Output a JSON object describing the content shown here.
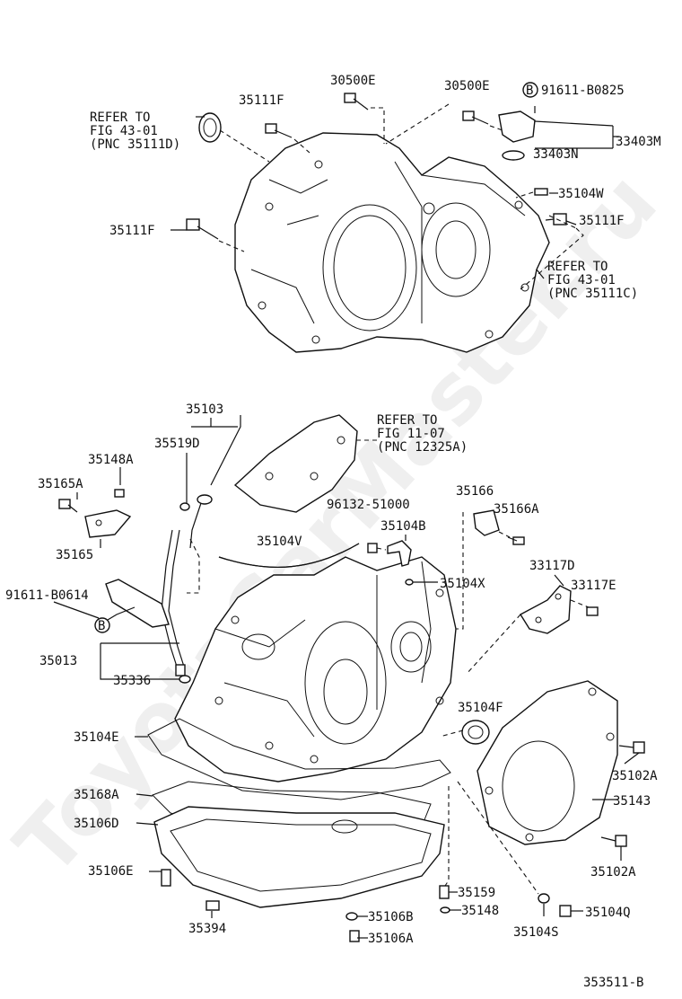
{
  "watermark": "ToyotaCarMaster.ru",
  "figure_code": "353511-B",
  "labels": {
    "l30500e_a": "30500E",
    "l30500e_b": "30500E",
    "l91611b0825": "91611-B0825",
    "l35111f_a": "35111F",
    "l35111f_b": "35111F",
    "l35111f_c": "35111F",
    "l33403m": "33403M",
    "l33403n": "33403N",
    "l35104w": "35104W",
    "ref1_1": "REFER TO",
    "ref1_2": "FIG 43-01",
    "ref1_3": "(PNC 35111D)",
    "ref2_1": "REFER TO",
    "ref2_2": "FIG 43-01",
    "ref2_3": "(PNC 35111C)",
    "ref3_1": "REFER TO",
    "ref3_2": "FIG 11-07",
    "ref3_3": "(PNC 12325A)",
    "l35103": "35103",
    "l35519d": "35519D",
    "l35148a": "35148A",
    "l35165a": "35165A",
    "l35165": "35165",
    "l96132": "96132-51000",
    "l35104b": "35104B",
    "l35166": "35166",
    "l35166a": "35166A",
    "l35104v": "35104V",
    "l35104x": "35104X",
    "l33117d": "33117D",
    "l33117e": "33117E",
    "l91611b0614": "91611-B0614",
    "l35013": "35013",
    "l35336": "35336",
    "l35104f": "35104F",
    "l35104e": "35104E",
    "l35102a_a": "35102A",
    "l35102a_b": "35102A",
    "l35143": "35143",
    "l35168a": "35168A",
    "l35106d": "35106D",
    "l35106e": "35106E",
    "l35159": "35159",
    "l35148": "35148",
    "l35104q": "35104Q",
    "l35394": "35394",
    "l35106b": "35106B",
    "l35106a": "35106A",
    "l35104s": "35104S",
    "marker_b": "B"
  }
}
